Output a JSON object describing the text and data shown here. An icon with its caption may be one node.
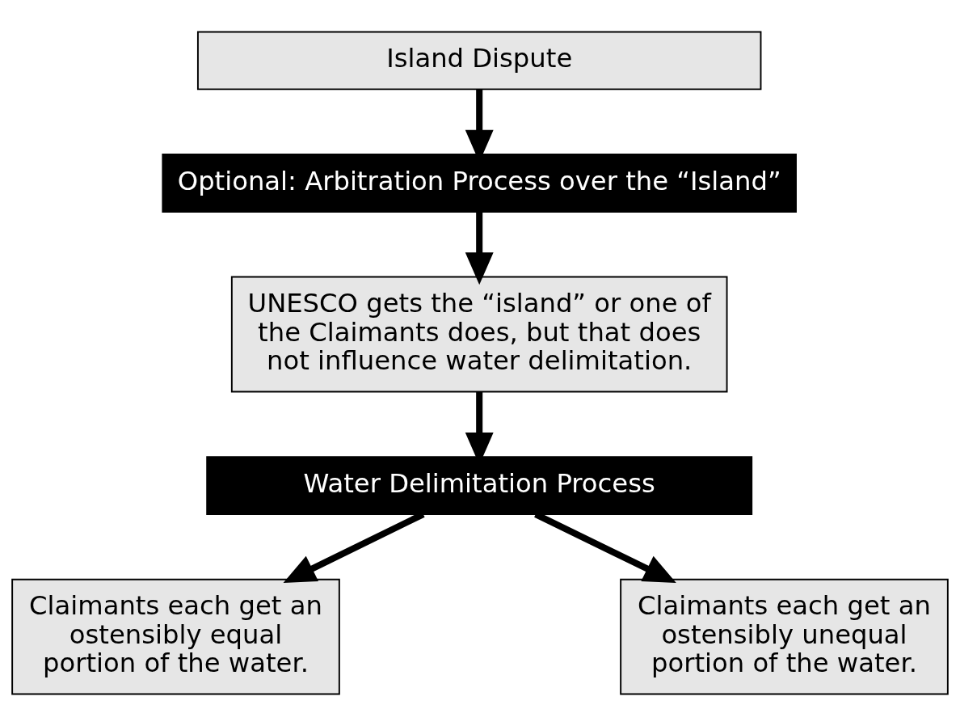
{
  "diagram": {
    "nodes": [
      {
        "text": [
          "Island Dispute"
        ]
      },
      {
        "text": [
          "Optional: Arbitration Process over the “Island”"
        ]
      },
      {
        "text": [
          "UNESCO gets the “island” or one of the Claimants does, but that does not influence water delimitation."
        ]
      },
      {
        "text": [
          "Water Delimitation Process"
        ]
      },
      {
        "text": [
          "Claimants each get an ostensibly equal portion of the water."
        ]
      },
      {
        "text": [
          "Claimants each get an ostensibly unequal portion of the water."
        ]
      }
    ],
    "edges": [
      {
        "from": 0,
        "to": 1,
        "arrow": "to"
      },
      {
        "from": 1,
        "to": 2,
        "arrow": "to"
      },
      {
        "from": 2,
        "to": 3,
        "arrow": "to"
      },
      {
        "from": 3,
        "to": 4,
        "arrow": "to"
      },
      {
        "from": 3,
        "to": 5,
        "arrow": "to"
      }
    ]
  }
}
